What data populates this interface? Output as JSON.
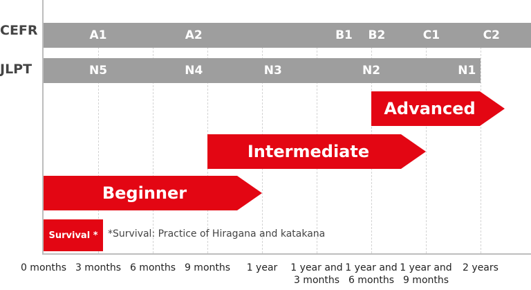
{
  "rows": {
    "cefr": {
      "label": "CEFR",
      "levels": [
        {
          "label": "A1",
          "position": 1
        },
        {
          "label": "A2",
          "position": 2.75
        },
        {
          "label": "B1",
          "position": 5.5
        },
        {
          "label": "B2",
          "position": 6.1
        },
        {
          "label": "C1",
          "position": 7.1
        },
        {
          "label": "C2",
          "position": 8.2
        }
      ]
    },
    "jlpt": {
      "label": "JLPT",
      "levels": [
        {
          "label": "N5",
          "position": 1
        },
        {
          "label": "N4",
          "position": 2.75
        },
        {
          "label": "N3",
          "position": 4.2
        },
        {
          "label": "N2",
          "position": 6.0
        },
        {
          "label": "N1",
          "position": 7.75
        }
      ]
    }
  },
  "stages": [
    {
      "label": "Beginner",
      "start": 0,
      "end": 4
    },
    {
      "label": "Intermediate",
      "start": 3,
      "end": 7
    },
    {
      "label": "Advanced",
      "start": 6,
      "end": 8.5
    }
  ],
  "survival": {
    "label": "Survival *",
    "note": "*Survival: Practice of Hiragana and katakana"
  },
  "timeline": [
    "0 months",
    "3 months",
    "6 months",
    "9 months",
    "1 year",
    "1 year and\n3 months",
    "1 year and\n6 months",
    "1 year and\n9 months",
    "2 years"
  ],
  "colors": {
    "accent": "#e30613",
    "bar": "#9e9e9e",
    "axis": "#bdbdbd"
  }
}
